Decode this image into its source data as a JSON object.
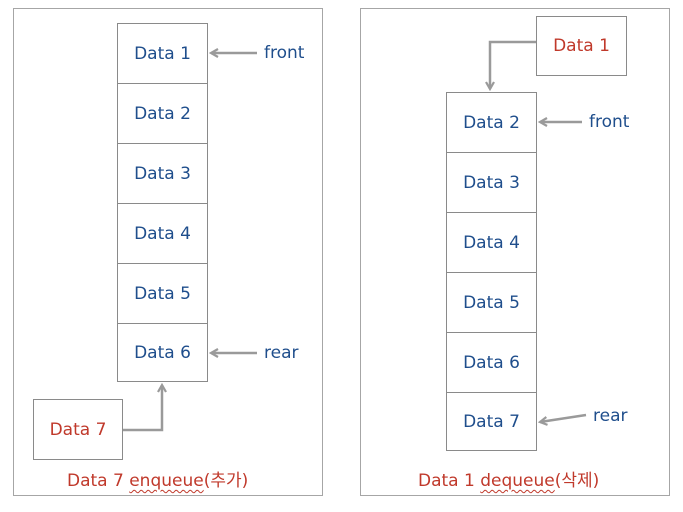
{
  "left_panel": {
    "queue": [
      "Data 1",
      "Data 2",
      "Data 3",
      "Data 4",
      "Data 5",
      "Data 6"
    ],
    "new_item": "Data 7",
    "front_label": "front",
    "rear_label": "rear",
    "caption_prefix": "Data 7 ",
    "caption_word": "enqueue",
    "caption_suffix": "(추가)"
  },
  "right_panel": {
    "removed_item": "Data 1",
    "queue": [
      "Data 2",
      "Data 3",
      "Data 4",
      "Data 5",
      "Data 6",
      "Data 7"
    ],
    "front_label": "front",
    "rear_label": "rear",
    "caption_prefix": "Data 1 ",
    "caption_word": "dequeue",
    "caption_suffix": "(삭제)"
  },
  "colors": {
    "item_text": "#1f4e8c",
    "highlight_text": "#c0392b",
    "arrow": "#9a9a9a",
    "border": "#8a8a8a"
  }
}
